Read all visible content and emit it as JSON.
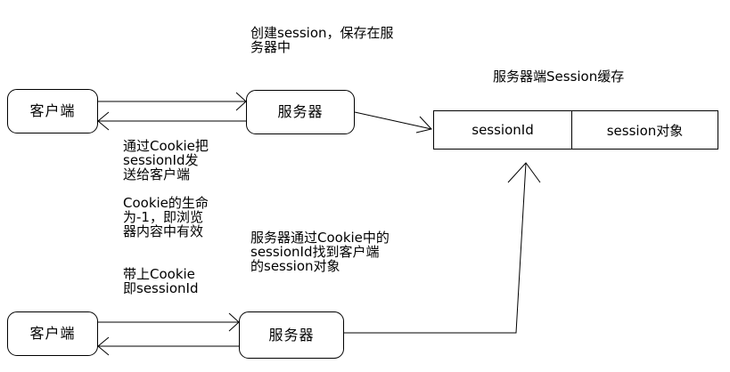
{
  "diagram": {
    "top_client_label": "客户端",
    "top_server_label": "服务器",
    "bottom_client_label": "客户端",
    "bottom_server_label": "服务器",
    "create_session_note": "创建session，保存在服\n务器中",
    "cookie_send_note": "通过Cookie把\nsessionId发\n送给客户端",
    "cookie_lifetime_note": "Cookie的生命\n为-1，即浏览\n器内容中有效",
    "request_with_cookie_note": "带上Cookie\n即sessionId",
    "server_lookup_note": "服务器通过Cookie中的\nsessionId找到客户端\n的session对象",
    "cache_title": "服务器端Session缓存",
    "cache_columns": [
      "sessionId",
      "session对象"
    ]
  }
}
